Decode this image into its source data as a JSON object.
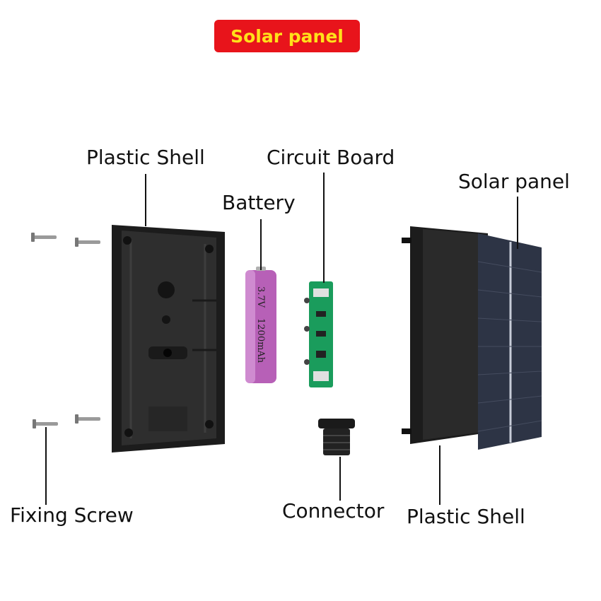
{
  "title": "Solar panel",
  "labels": {
    "plastic_shell_left": "Plastic Shell",
    "circuit_board": "Circuit Board",
    "battery": "Battery",
    "solar_panel": "Solar panel",
    "fixing_screw": "Fixing Screw",
    "connector": "Connector",
    "plastic_shell_right": "Plastic Shell"
  },
  "battery_print": {
    "voltage": "3.7V",
    "capacity": "1200mAh"
  },
  "colors": {
    "badge_bg": "#e8141b",
    "badge_text": "#ffe11a",
    "battery": "#b760b7",
    "pcb": "#1a9c5c"
  }
}
